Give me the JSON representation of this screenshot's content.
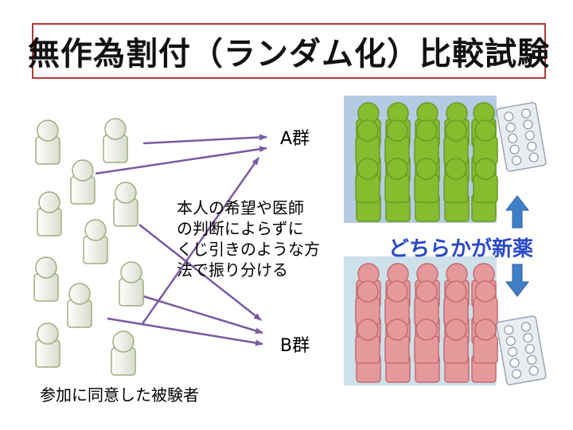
{
  "title": "無作為割付（ランダム化）比較試験",
  "group_a_label": "A群",
  "group_b_label": "B群",
  "method_text": [
    "本人の希望や医師",
    "の判断によらずに",
    "くじ引きのような方",
    "法で振り分ける"
  ],
  "participants_label": "参加に同意した被験者",
  "question_text": "どちらかが新薬",
  "colors": {
    "title_border": "#b23a3a",
    "arrow": "#7a5aa0",
    "group_a_fill": "#86bc2e",
    "group_a_panel": "#b5cbe3",
    "group_b_fill": "#e6999b",
    "group_b_panel": "#cde1ea",
    "question_text": "#2a49c7",
    "updown_arrow": "#3f7fc8"
  },
  "icons": [
    "person-icon",
    "pill-pack-icon",
    "up-arrow-icon",
    "down-arrow-icon"
  ]
}
